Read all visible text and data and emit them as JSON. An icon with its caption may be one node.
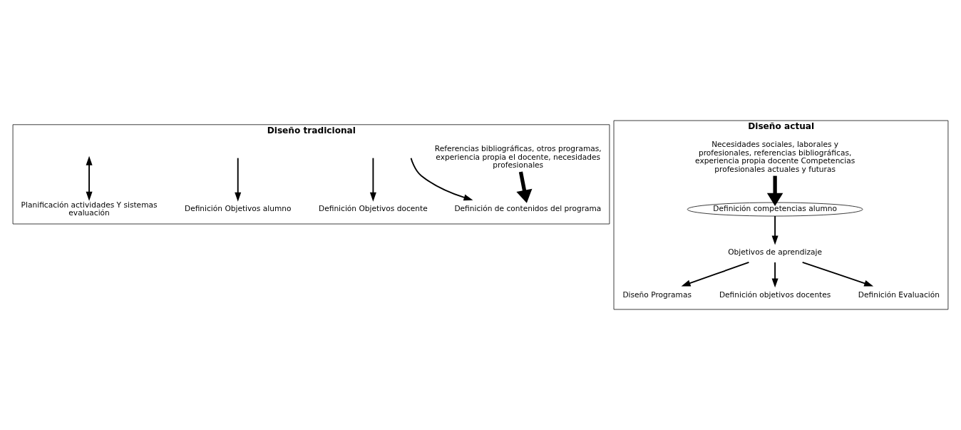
{
  "diagram": {
    "nodes": [
      {
        "text": [
          "Diseño tradicional"
        ]
      },
      {
        "text": [
          "Referencias bibliográficas, otros programas, experiencia propia el docente, necesidades profesionales"
        ],
        "in": 0
      },
      {
        "text": [
          "Definición de contenidos del programa"
        ],
        "in": 0
      },
      {
        "text": [
          "Definición Objetivos docente"
        ],
        "in": 0
      },
      {
        "text": [
          "Definición Objetivos alumno"
        ],
        "in": 0
      },
      {
        "text": [
          "Planificación actividades Y sistemas evaluación"
        ],
        "in": 0
      },
      {
        "text": [
          "Diseño actual"
        ]
      },
      {
        "text": [
          "Necesidades sociales, laborales y profesionales, referencias bibliográficas, experiencia propia docente Competencias profesionales actuales y futuras"
        ],
        "in": 6
      },
      {
        "text": [
          "Definición competencias alumno"
        ],
        "in": 6
      },
      {
        "text": [
          "Objetivos de aprendizaje"
        ],
        "in": 6
      },
      {
        "text": [
          "Diseño Programas"
        ],
        "in": 6
      },
      {
        "text": [
          "Definición objetivos docentes"
        ],
        "in": 6
      },
      {
        "text": [
          "Definición Evaluación"
        ],
        "in": 6
      }
    ],
    "edges": [
      {
        "from": 1,
        "to": 2,
        "arrow": "to",
        "style": "thick"
      },
      {
        "from": null,
        "to": 2,
        "arrow": "to"
      },
      {
        "from": null,
        "to": 3,
        "arrow": "to"
      },
      {
        "from": null,
        "to": 4,
        "arrow": "to"
      },
      {
        "from": null,
        "to": 5,
        "arrow": "both"
      },
      {
        "from": 7,
        "to": 8,
        "arrow": "to",
        "style": "thick"
      },
      {
        "from": 8,
        "to": 9,
        "arrow": "to"
      },
      {
        "from": 9,
        "to": 10,
        "arrow": "to"
      },
      {
        "from": 9,
        "to": 11,
        "arrow": "to"
      },
      {
        "from": 9,
        "to": 12,
        "arrow": "to"
      }
    ]
  }
}
